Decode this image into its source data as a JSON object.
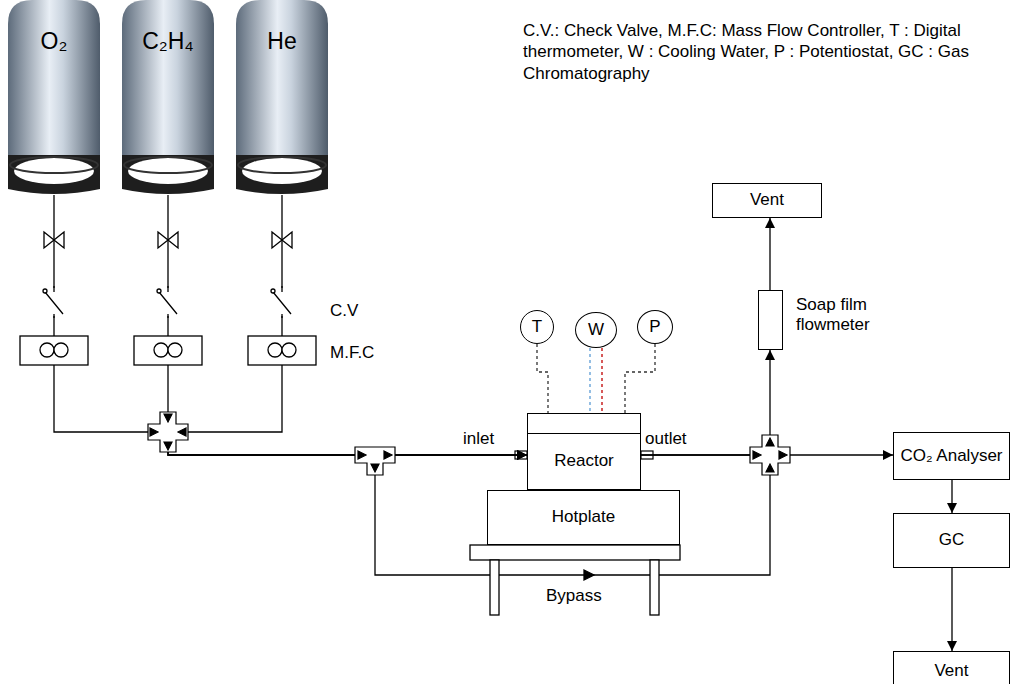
{
  "diagram": {
    "nodes": [
      {
        "text": [
          "O₂"
        ]
      },
      {
        "text": [
          "C₂H₄"
        ]
      },
      {
        "text": [
          "He"
        ]
      },
      {
        "text": [
          "Vent"
        ]
      },
      {
        "text": [
          "T"
        ]
      },
      {
        "text": [
          "W"
        ]
      },
      {
        "text": [
          "P"
        ]
      },
      {
        "text": [
          "Soap film flowmeter"
        ]
      },
      {
        "text": [
          "Reactor"
        ]
      },
      {
        "text": [
          "CO₂ Analyser"
        ]
      },
      {
        "text": [
          "Hotplate"
        ]
      },
      {
        "text": [
          "GC"
        ]
      },
      {
        "text": [
          "Vent"
        ]
      }
    ],
    "edges": [
      {
        "from": 0,
        "to": 8,
        "arrow": "to"
      },
      {
        "from": 1,
        "to": 8,
        "arrow": "to"
      },
      {
        "from": 2,
        "to": 8,
        "arrow": "to"
      },
      {
        "from": 8,
        "to": 7,
        "arrow": "to"
      },
      {
        "from": 8,
        "to": 9,
        "arrow": "to"
      },
      {
        "from": 7,
        "to": 3,
        "arrow": "to"
      },
      {
        "from": 9,
        "to": 11,
        "arrow": "to"
      },
      {
        "from": 11,
        "to": 12,
        "arrow": "to"
      },
      {
        "from": 4,
        "to": 8,
        "arrow": "none"
      },
      {
        "from": 5,
        "to": 8,
        "arrow": "none"
      },
      {
        "from": 6,
        "to": 8,
        "arrow": "none"
      }
    ],
    "labels": [
      "C.V.: Check Valve, M.F.C: Mass Flow Controller, T : Digital thermometer, W : Cooling Water, P : Potentiostat, GC : Gas Chromatography",
      "C.V",
      "M.F.C",
      "inlet",
      "outlet",
      "Bypass"
    ]
  }
}
